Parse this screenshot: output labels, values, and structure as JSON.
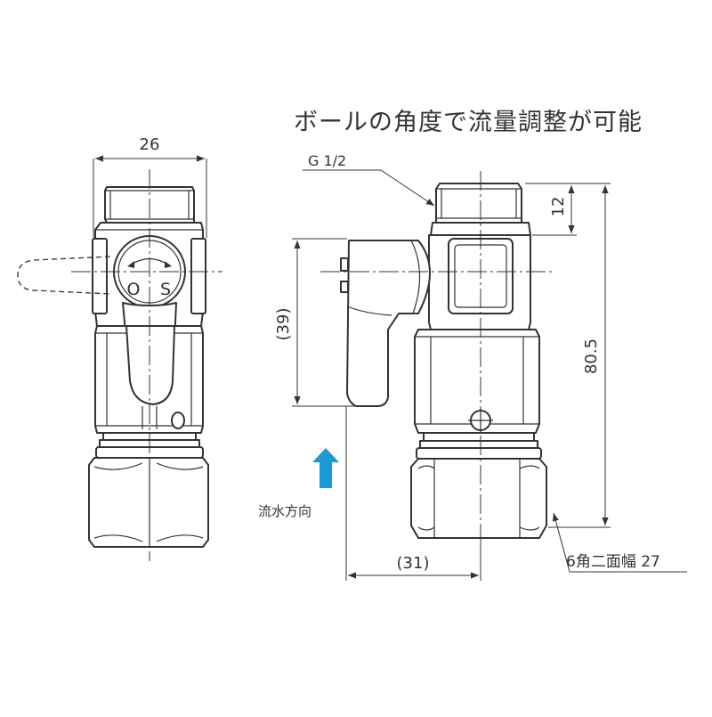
{
  "title": "ボールの角度で流量調整が可能",
  "front_view": {
    "width_dim": "26",
    "handle_marks": {
      "open": "O",
      "shut": "S"
    }
  },
  "side_view": {
    "thread_label": "G 1/2",
    "thread_length_dim": "12",
    "total_height_dim": "80.5",
    "handle_height_dim": "(39)",
    "handle_reach_dim": "(31)",
    "hex_label": "6角二面幅 27"
  },
  "flow": {
    "label": "流水方向",
    "arrow_color": "#1a9ad6"
  },
  "colors": {
    "line": "#333333",
    "background": "#ffffff"
  }
}
